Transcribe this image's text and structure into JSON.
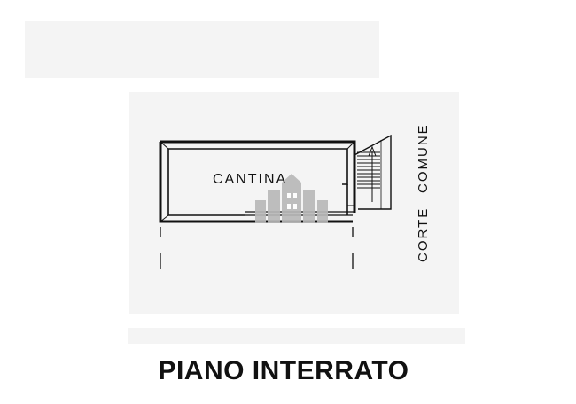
{
  "plan": {
    "room_label": "CANTINA",
    "side_label_top": "CORTE",
    "side_label_bottom": "COMUNE",
    "floor_title": "PIANO INTERRATO"
  },
  "colors": {
    "ink": "#111111",
    "watermark": "#b8b8b8"
  },
  "icons": {
    "watermark": "building-watermark-icon",
    "stairs": "stairs-icon"
  }
}
